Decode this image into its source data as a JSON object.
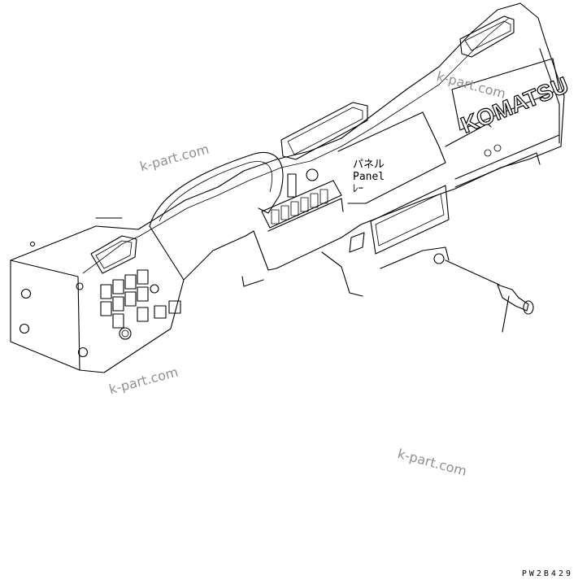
{
  "callout": {
    "line1": "パネル",
    "line2": "Panel",
    "line3": "ﾚｰ"
  },
  "brand": "KOMATSU",
  "watermarks": [
    "k-part.com",
    "k-part.com",
    "k-part.com",
    "k-part.com"
  ],
  "drawing_code": "PW2B429"
}
